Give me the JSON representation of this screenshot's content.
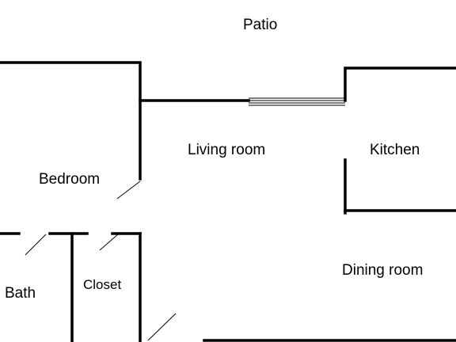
{
  "floor_plan": {
    "rooms": {
      "patio": "Patio",
      "living_room": "Living room",
      "kitchen": "Kitchen",
      "bedroom": "Bedroom",
      "bath": "Bath",
      "closet": "Closet",
      "dining_room": "Dining room"
    }
  }
}
